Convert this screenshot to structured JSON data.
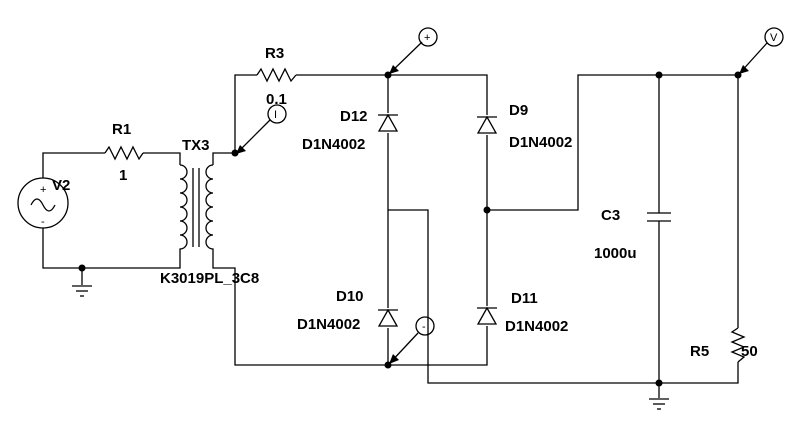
{
  "components": {
    "V2": {
      "ref": "V2"
    },
    "R1": {
      "ref": "R1",
      "value": "1"
    },
    "R3": {
      "ref": "R3",
      "value": "0.1"
    },
    "TX3": {
      "ref": "TX3",
      "model": "K3019PL_3C8"
    },
    "D12": {
      "ref": "D12",
      "model": "D1N4002"
    },
    "D9": {
      "ref": "D9",
      "model": "D1N4002"
    },
    "D10": {
      "ref": "D10",
      "model": "D1N4002"
    },
    "D11": {
      "ref": "D11",
      "model": "D1N4002"
    },
    "C3": {
      "ref": "C3",
      "value": "1000u"
    },
    "R5": {
      "ref": "R5",
      "value": "50"
    }
  },
  "probes": {
    "current": "I",
    "plus": "+",
    "minus": "-",
    "voltage": "V"
  }
}
